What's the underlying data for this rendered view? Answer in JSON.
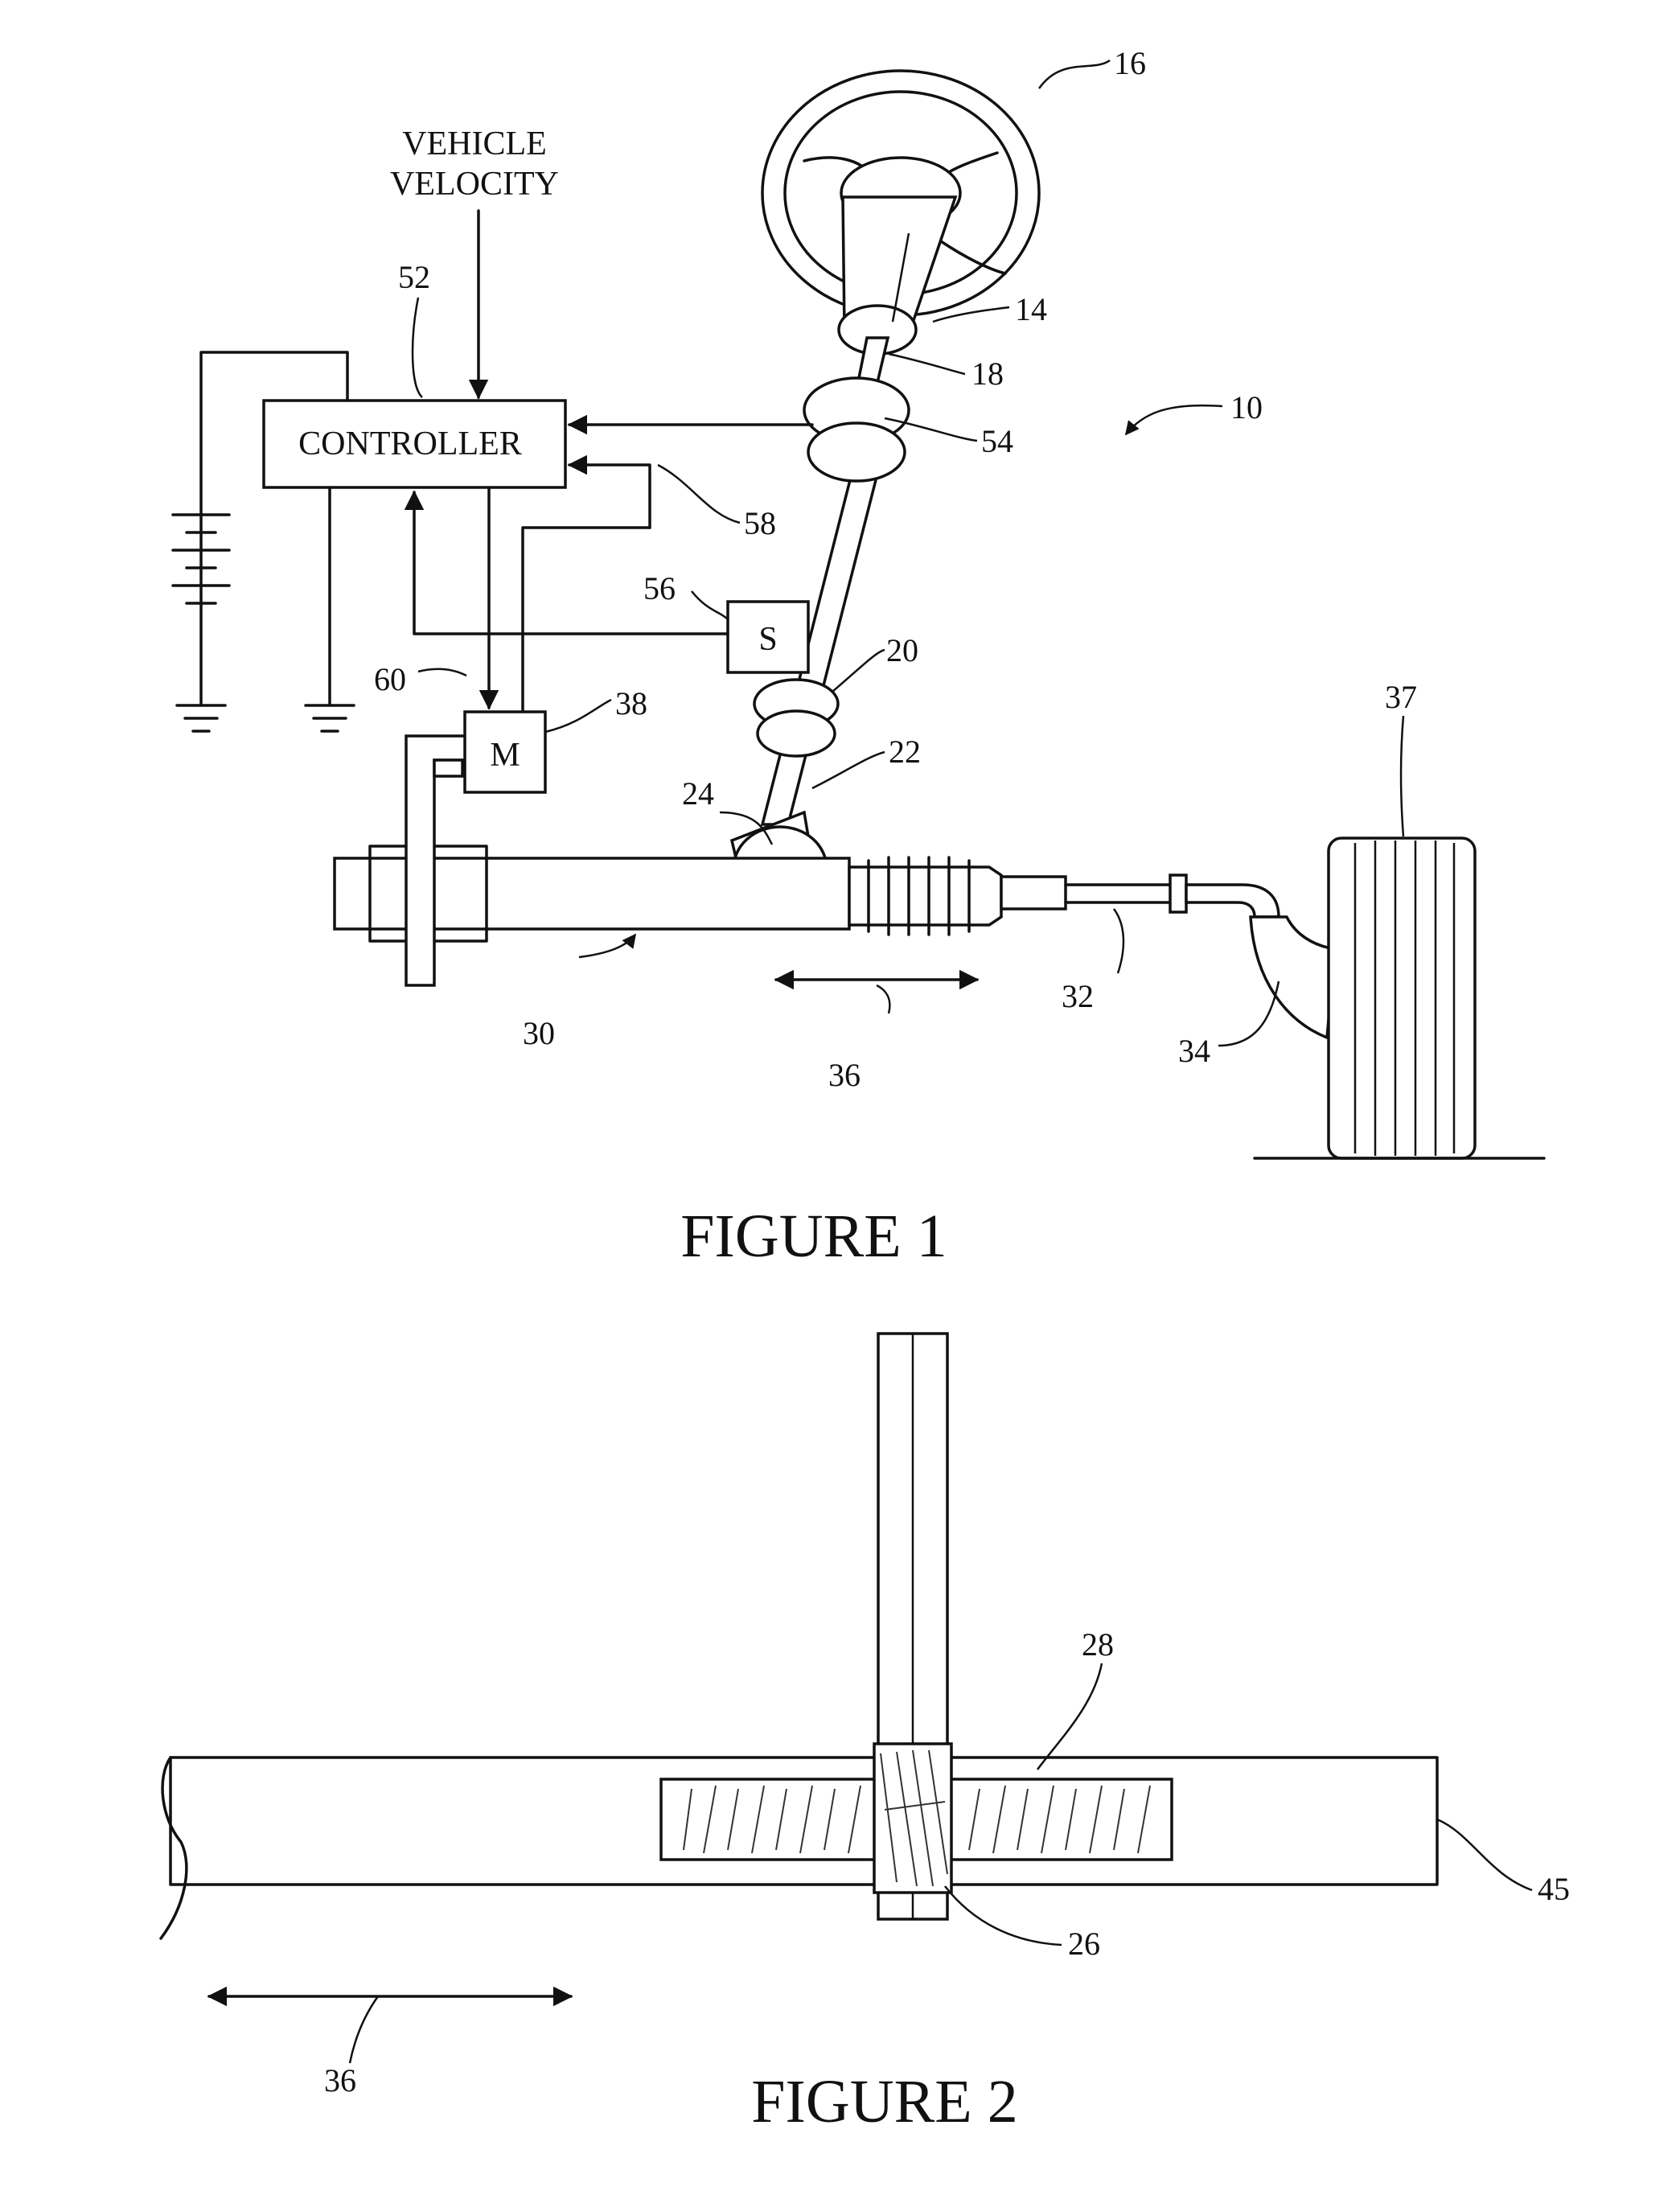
{
  "figure1": {
    "caption": "FIGURE 1",
    "input_label_line1": "VEHICLE",
    "input_label_line2": "VELOCITY",
    "controller_label": "CONTROLLER",
    "sensor_label": "S",
    "motor_label": "M",
    "refs": {
      "r16": "16",
      "r14": "14",
      "r18": "18",
      "r10": "10",
      "r54": "54",
      "r52": "52",
      "r58": "58",
      "r56": "56",
      "r20": "20",
      "r60": "60",
      "r38": "38",
      "r37": "37",
      "r22": "22",
      "r24": "24",
      "r30": "30",
      "r32": "32",
      "r34": "34",
      "r36": "36"
    }
  },
  "figure2": {
    "caption": "FIGURE 2",
    "refs": {
      "r28": "28",
      "r45": "45",
      "r26": "26",
      "r36": "36"
    }
  }
}
